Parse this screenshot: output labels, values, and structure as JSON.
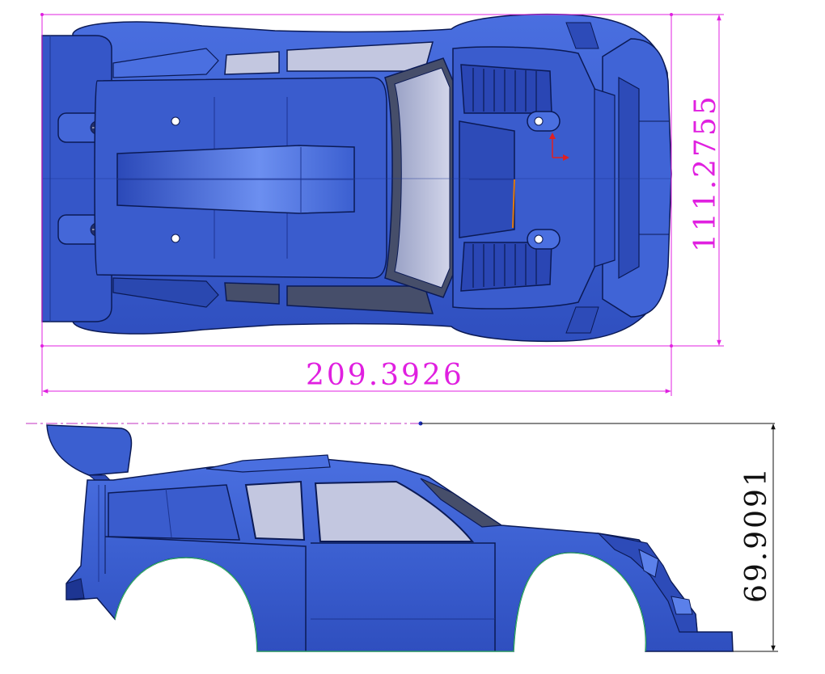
{
  "drawing": {
    "dimensions": {
      "top_width": "209.3926",
      "top_height": "111.2755",
      "side_height": "69.9091"
    },
    "colors": {
      "body": "#3b5fd0",
      "body_light": "#5b80ea",
      "body_dark": "#1d3592",
      "outline": "#0b1a55",
      "glass": "#c3c7e0",
      "glass_dark": "#464e6a",
      "dimension_magenta": "#e020e0",
      "dimension_black": "#111111",
      "center_line": "#c030c0",
      "point_marker": "#ffffff",
      "axis_red": "#e02020",
      "accent_orange": "#e07a10"
    }
  }
}
